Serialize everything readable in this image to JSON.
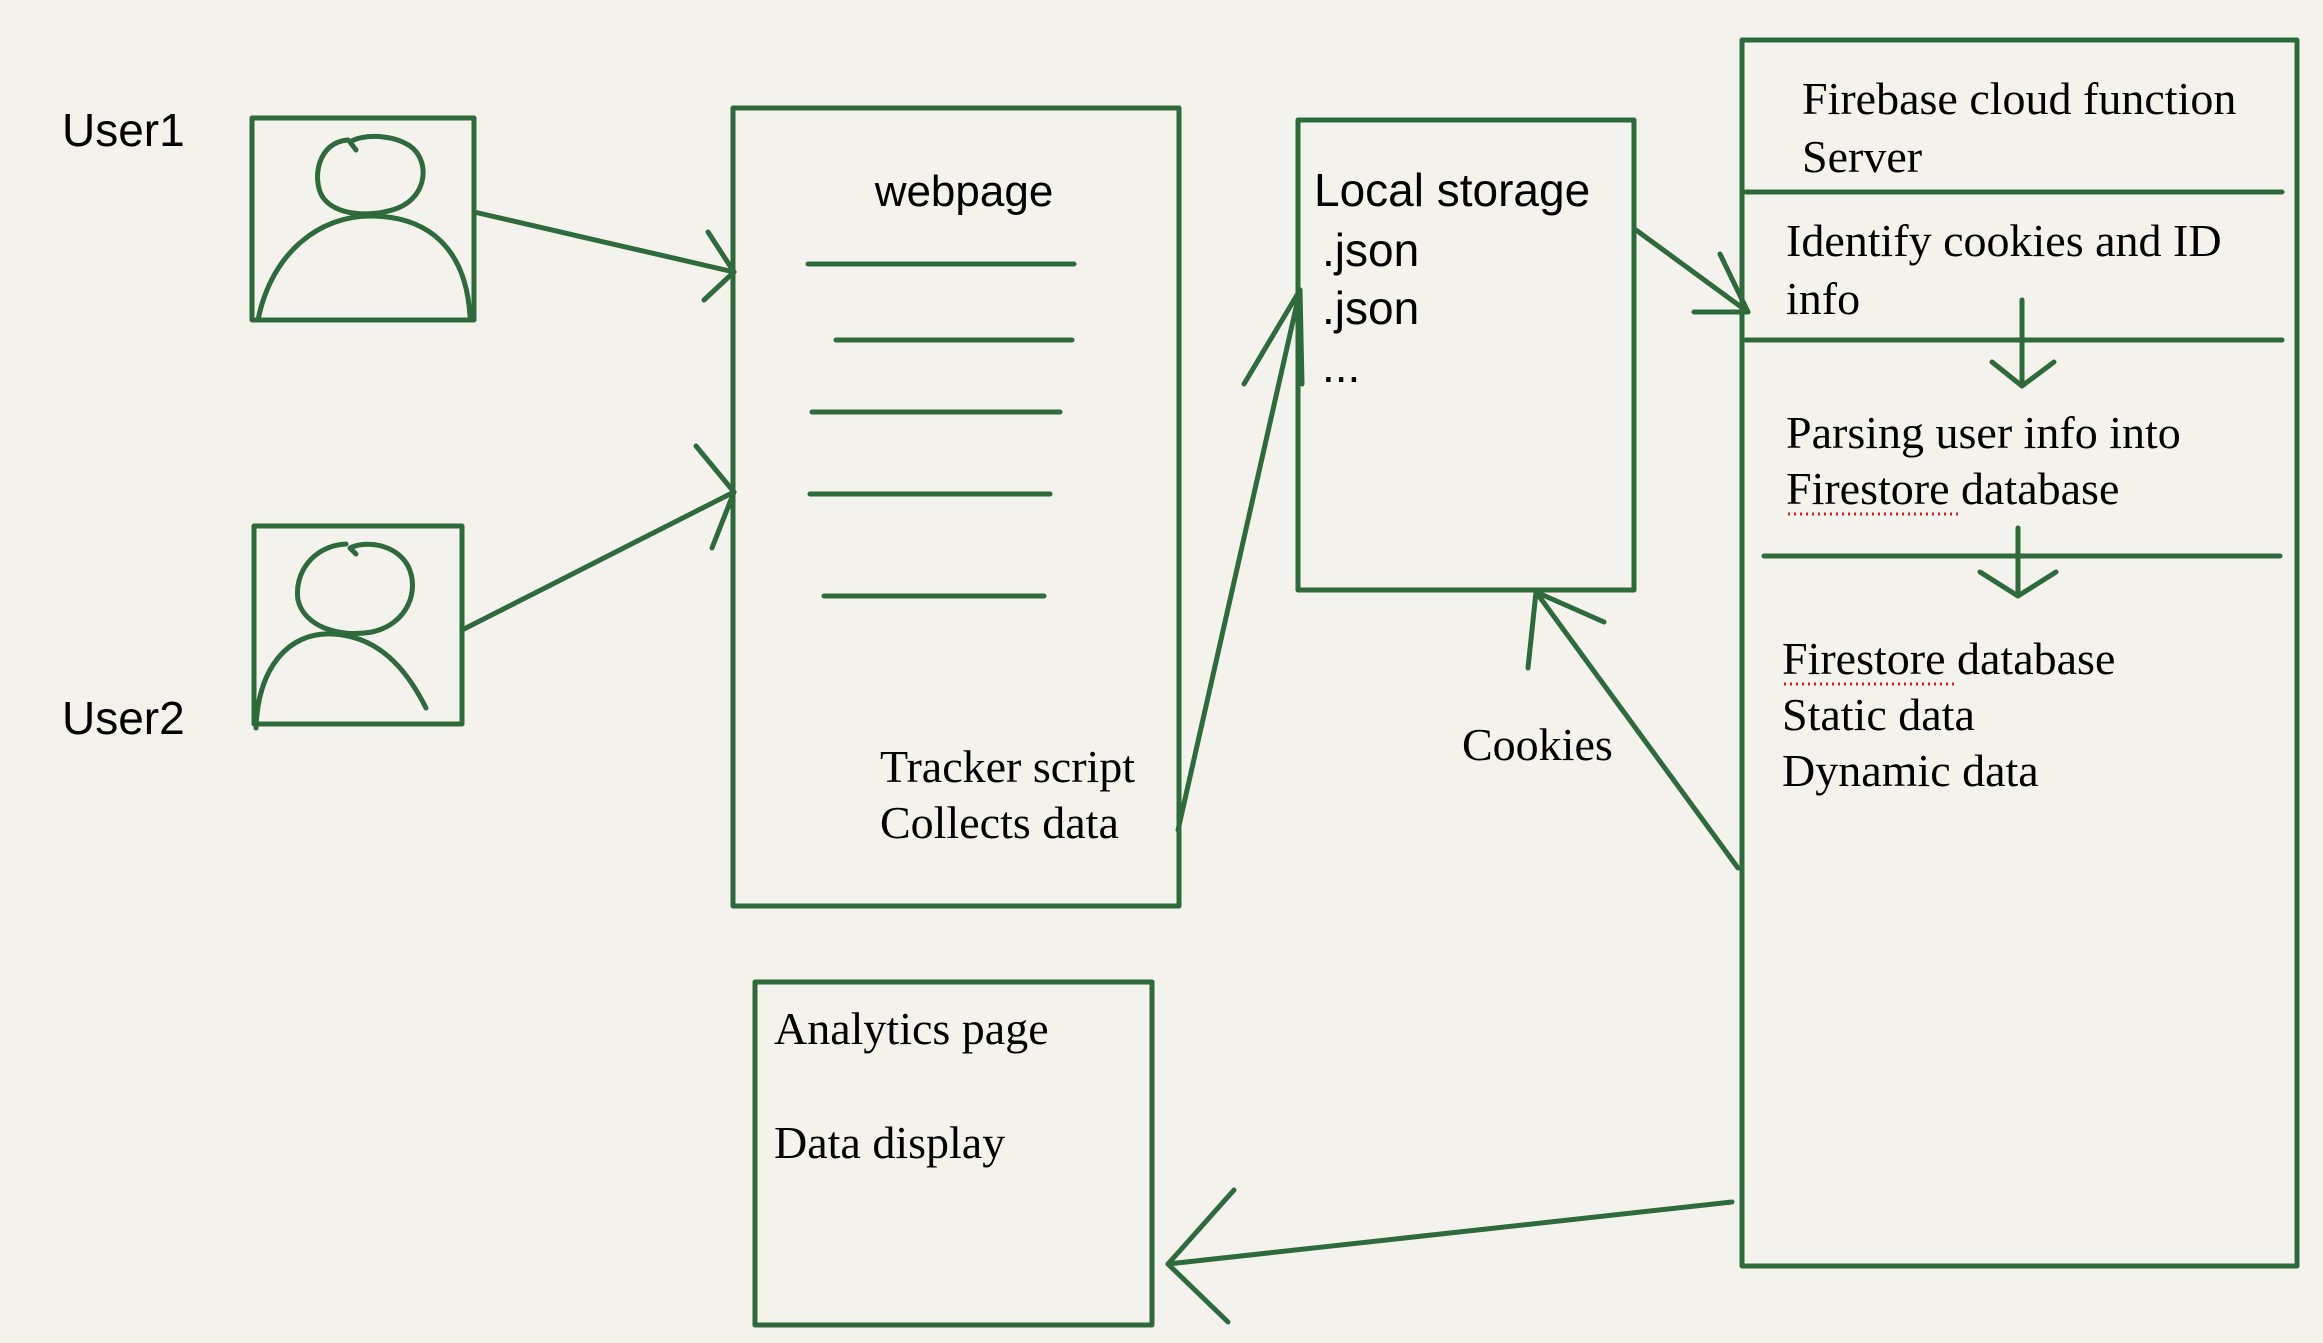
{
  "colors": {
    "background": "#f3f2ec",
    "ink": "#2e6a3b",
    "text": "#000000",
    "spellcheck": "#d42020"
  },
  "users": {
    "user1_label": "User1",
    "user2_label": "User2",
    "icon": "person-icon"
  },
  "webpage": {
    "title": "webpage",
    "tracker_line1": "Tracker script",
    "tracker_line2": "Collects data"
  },
  "local_storage": {
    "title": "Local storage",
    "lines": [
      ".json",
      ".json",
      "..."
    ]
  },
  "cookies_label": "Cookies",
  "firebase": {
    "title_line1": "Firebase cloud function",
    "title_line2": "Server",
    "step1_line1": "Identify cookies and ID",
    "step1_line2": "info",
    "step2_line1": "Parsing user info into",
    "step2_line2_word": "Firestore",
    "step2_line2_rest": " database",
    "step3_line1_word": "Firestore",
    "step3_line1_rest": " database",
    "step3_line2": "Static data",
    "step3_line3": "Dynamic data"
  },
  "analytics": {
    "line1": "Analytics page",
    "line2": "Data display"
  }
}
